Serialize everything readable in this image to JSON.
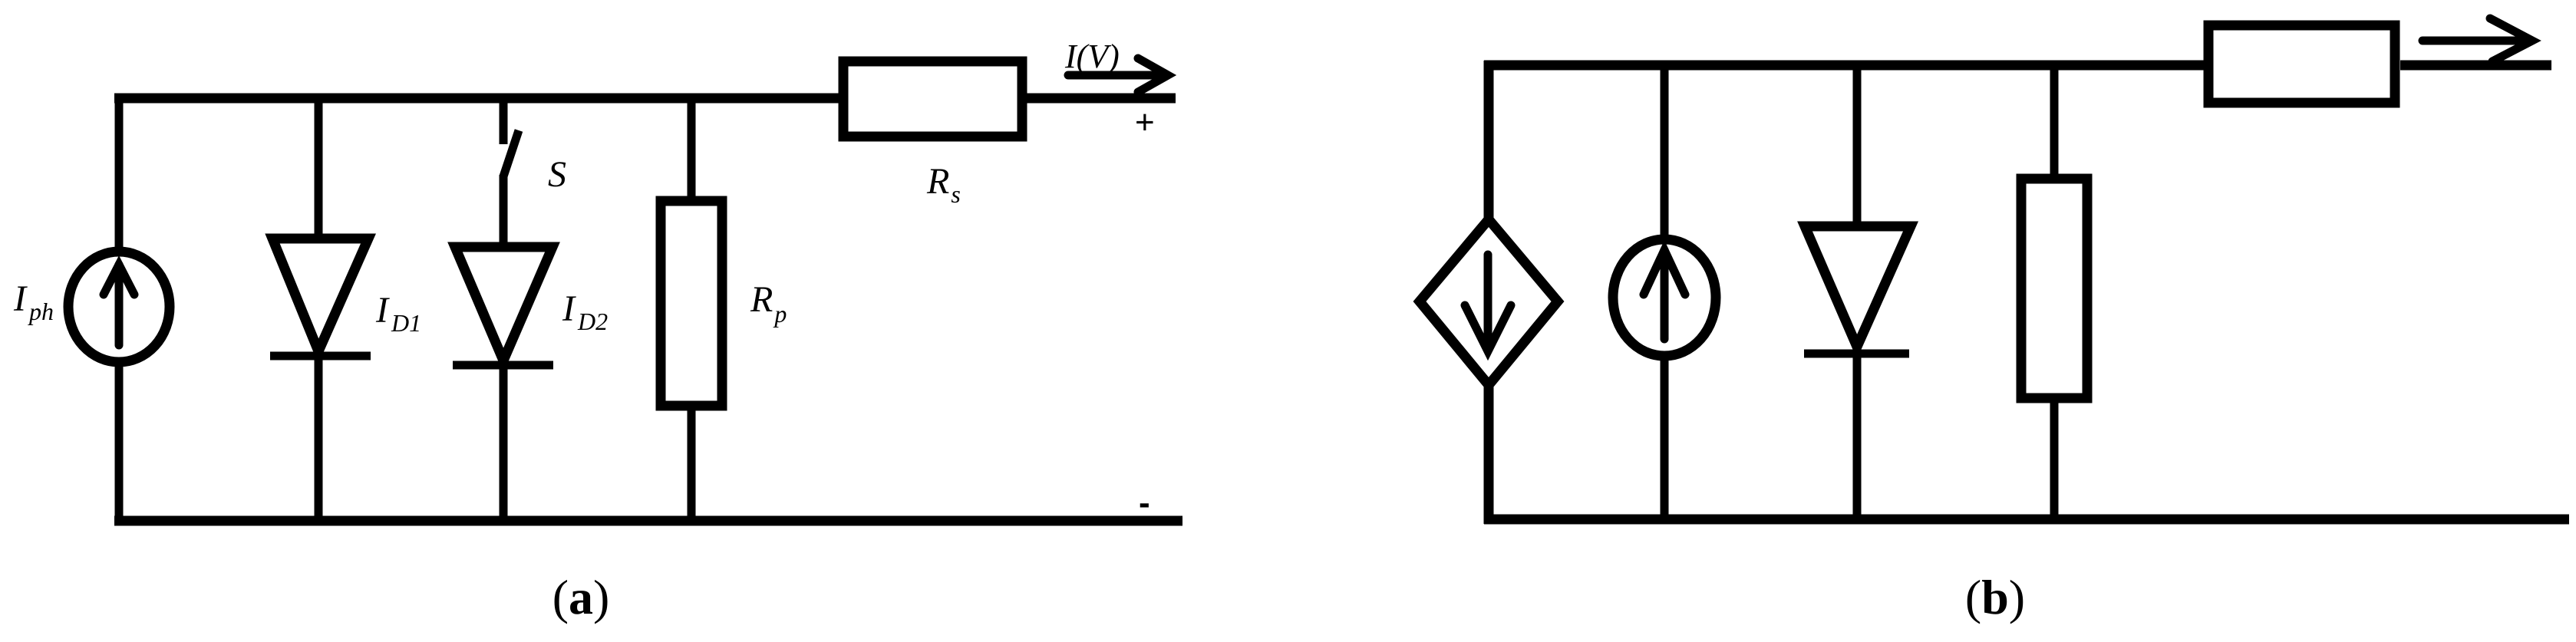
{
  "figure": {
    "colors": {
      "stroke": "#000000",
      "background": "#ffffff"
    },
    "panel_a": {
      "caption_open": "(",
      "caption_letter": "a",
      "caption_close": ")",
      "labels": {
        "photocurrent_main": "I",
        "photocurrent_sub": "ph",
        "diode1_main": "I",
        "diode1_sub": "D1",
        "diode2_main": "I",
        "diode2_sub": "D2",
        "switch": "S",
        "shunt_main": "R",
        "shunt_sub": "p",
        "series_main": "R",
        "series_sub": "s",
        "output_current": "I(V)",
        "terminal_plus": "+",
        "terminal_minus": "-"
      },
      "components": [
        "current-source",
        "diode-D1",
        "switch-S",
        "diode-D2",
        "shunt-resistor-Rp",
        "series-resistor-Rs",
        "output-current-arrow"
      ]
    },
    "panel_b": {
      "caption_open": "(",
      "caption_letter": "b",
      "caption_close": ")",
      "components": [
        "dependent-current-source",
        "current-source",
        "diode",
        "shunt-resistor",
        "series-resistor",
        "output-current-arrow"
      ]
    }
  }
}
